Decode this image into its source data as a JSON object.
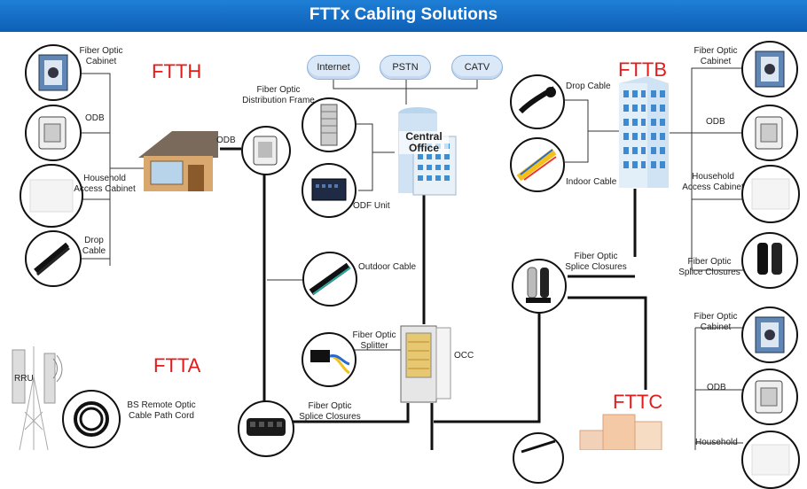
{
  "title": "FTTx Cabling Solutions",
  "sections": {
    "ftth": "FTTH",
    "fttb": "FTTB",
    "ftta": "FTTA",
    "fttc": "FTTC"
  },
  "clouds": [
    "Internet",
    "PSTN",
    "CATV"
  ],
  "central_office": [
    "Central",
    "Office"
  ],
  "labels": {
    "ftth_cabinet": [
      "Fiber Optic",
      "Cabinet"
    ],
    "ftth_odb": "ODB",
    "ftth_household": [
      "Household",
      "Access Cabinet"
    ],
    "ftth_drop": [
      "Drop",
      "Cable"
    ],
    "house_odb": "ODB",
    "odf_frame": [
      "Fiber Optic",
      "Distribution Frame"
    ],
    "odf_unit": "ODF Unit",
    "outdoor_cable": "Outdoor Cable",
    "splitter": [
      "Fiber Optic",
      "Splitter"
    ],
    "occ": "OCC",
    "splice_bottom": [
      "Fiber Optic",
      "Splice Closures"
    ],
    "rru": "RRU",
    "bs_cord": [
      "BS Remote Optic",
      "Cable Path Cord"
    ],
    "fttb_drop": "Drop Cable",
    "fttb_indoor": "Indoor Cable",
    "fttb_cabinet": [
      "Fiber Optic",
      "Cabinet"
    ],
    "fttb_odb": "ODB",
    "fttb_household": [
      "Household",
      "Access Cabinet"
    ],
    "fttb_splice": [
      "Fiber Optic",
      "Splice Closures"
    ],
    "mid_splice": [
      "Fiber Optic",
      "Splice Closures"
    ],
    "fttc_cabinet": [
      "Fiber Optic",
      "Cabinet"
    ],
    "fttc_odb": "ODB",
    "fttc_household": "Household"
  }
}
